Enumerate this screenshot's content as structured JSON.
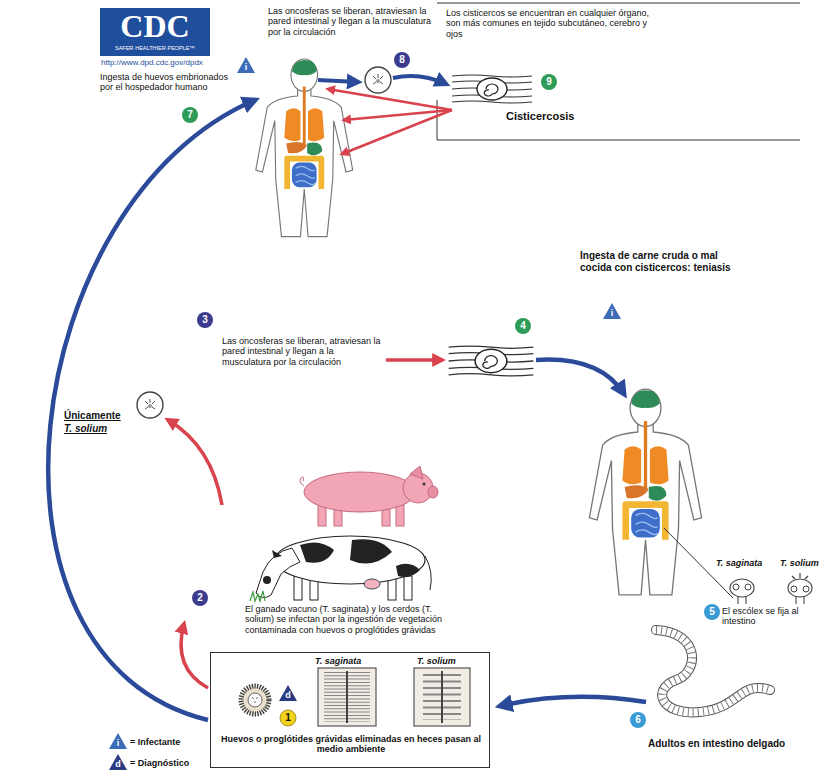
{
  "diagram": {
    "nodes": [
      {
        "text": [
          "T. saginata",
          "T. solium",
          "Huevos o proglótides grávidas eliminadas en heces pasan al medio ambiente"
        ]
      }
    ],
    "labels": [
      "CDC",
      "SAFER·HEALTHIER·PEOPLE™",
      "http://www.dpd.cdc.gov/dpdx",
      "Ingesta de huevos embrionados por el hospedador humano",
      "7",
      "i",
      "Las oncosferas se liberan, atraviesan la pared intestinal y llegan a la musculatura por la circulación",
      "8",
      "Los cisticercos se encuentran en cualquier órgano, son más comunes en tejido subcutáneo, cerebro y ojos",
      "9",
      "Cisticercosis",
      "3",
      "Las oncosferas se liberan, atraviesan la pared intestinal y llegan a la musculatura por la circulación",
      "4",
      "Ingesta de carne cruda o mal cocida con cisticercos: teniasis",
      "i",
      "Únicamente",
      "T. solium",
      "2",
      "El ganado vacuno (T. saginata) y los cerdos (T. solium) se infectan por la ingestión de vegetación contaminada con huevos o proglótides grávidas",
      "T. saginata",
      "T. solium",
      "5",
      "El escólex se fija al intestino",
      "6",
      "Adultos en intestino delgado",
      "d",
      "1",
      "i",
      "d"
    ],
    "legend": [
      {
        "text": "= Infectante"
      },
      {
        "text": "= Diagnóstico"
      }
    ]
  }
}
